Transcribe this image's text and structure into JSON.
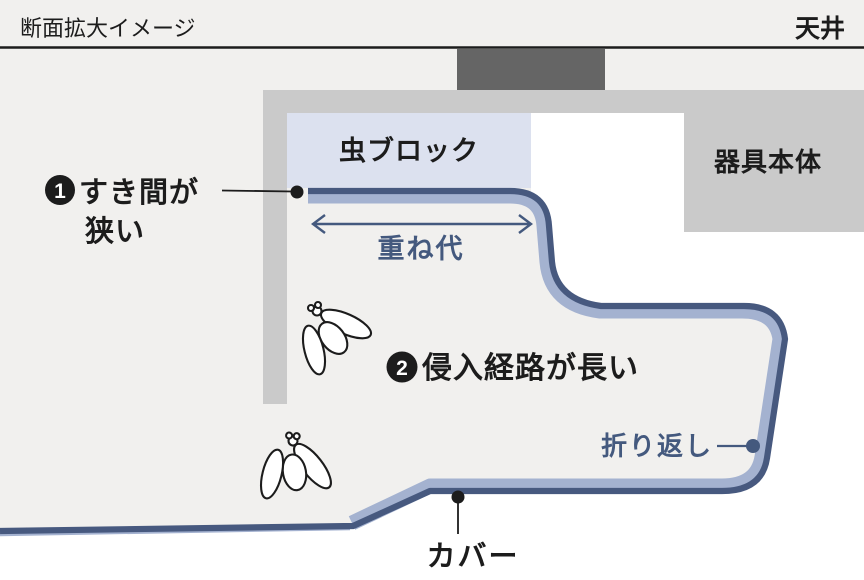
{
  "title": "断面拡大イメージ",
  "labels": {
    "ceiling": "天井",
    "mushi_block": "虫ブロック",
    "fixture_body": "器具本体",
    "overlap": "重ね代",
    "foldback": "折り返し",
    "cover": "カバー"
  },
  "callouts": [
    {
      "number": "1",
      "line1": "すき間が",
      "line2": "狭い"
    },
    {
      "number": "2",
      "text": "侵入経路が長い"
    }
  ],
  "colors": {
    "background": "#f1f0ee",
    "white": "#ffffff",
    "gray_structure": "#cacaca",
    "dark_gray": "#656565",
    "mushi_block_bg": "#dce1ef",
    "band_light": "#a4b2d0",
    "band_dark": "#47597f",
    "accent_blue_text": "#44597e",
    "text_black": "#1c1c1c"
  }
}
